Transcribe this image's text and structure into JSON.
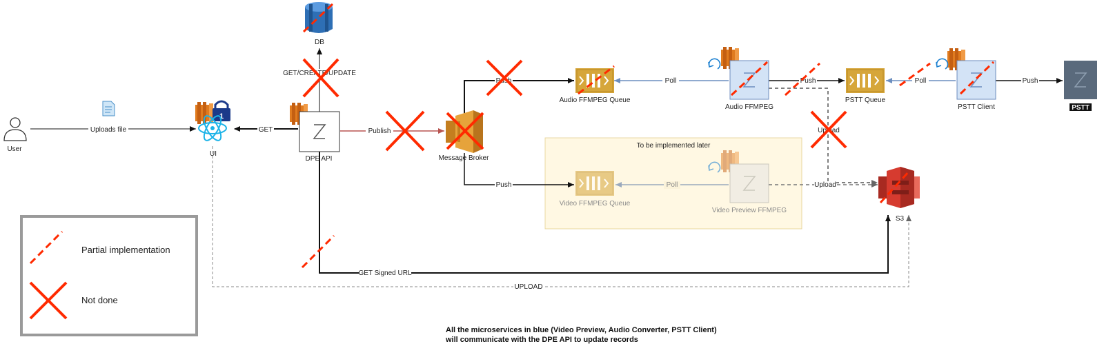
{
  "nodes": {
    "user": "User",
    "ui": "UI",
    "db": "DB",
    "dpe_api": "DPE API",
    "message_broker": "Message Broker",
    "audio_queue": "Audio FFMPEG Queue",
    "audio_ffmpeg": "Audio FFMPEG",
    "pstt_queue": "PSTT Queue",
    "pstt_client": "PSTT Client",
    "pstt": "PSTT",
    "video_queue": "Video FFMPEG Queue",
    "video_preview": "Video Preview FFMPEG",
    "s3": "S3"
  },
  "group": {
    "title": "To be implemented later"
  },
  "edges": {
    "uploads_file": "Uploads file",
    "get": "GET",
    "get_create_update": "GET/CREATE/UPDATE",
    "publish": "Publish",
    "push_audio": "Push",
    "push_video": "Push",
    "poll_audio": "Poll",
    "push_pstt": "Push",
    "poll_pstt": "Poll",
    "push_out": "Push",
    "upload_audio": "Upload",
    "poll_video": "Poll",
    "upload_video": "Upload",
    "get_signed_url": "GET Signed URL",
    "upload_ui": "UPLOAD"
  },
  "legend": {
    "partial": "Partial implementation",
    "not_done": "Not done"
  },
  "note": {
    "line1": "All the microservices in blue (Video Preview, Audio Converter, PSTT Client)",
    "line2": "will communicate with the DPE API to update records"
  },
  "colors": {
    "queue": "#d6a63a",
    "service_blue": "#d3e3f6",
    "cross_red": "#ff2a00",
    "s3_red": "#d63b2f",
    "ec2_orange": "#e07b1f",
    "db_blue": "#2e6fb5",
    "arrow_blue": "#6c8ebf",
    "arrow_red": "#b85450"
  }
}
